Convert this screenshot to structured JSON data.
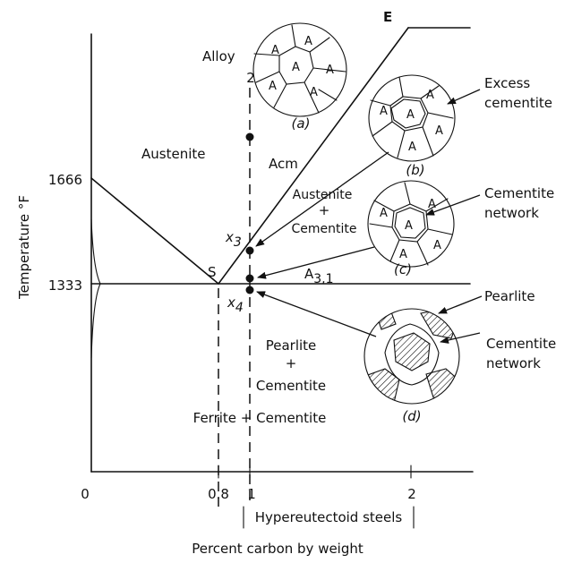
{
  "diagram": {
    "y_axis_label": "Temperature °F",
    "x_axis_label": "Percent carbon by weight",
    "x_ticks": [
      "0",
      "0.8",
      "1",
      "2"
    ],
    "y_ticks": [
      "1666",
      "1333"
    ],
    "bracket_label": "Hypereutectoid steels",
    "curve_labels": {
      "E": "E",
      "S": "S",
      "Acm": "Acm",
      "A31": "A",
      "A31_sub": "3,1"
    },
    "alloy_label": "Alloy",
    "alloy_number": "2",
    "points": {
      "x3": "x",
      "x3_sub": "3",
      "x4": "x",
      "x4_sub": "4"
    },
    "regions": {
      "austenite": "Austenite",
      "austenite_cementite": [
        "Austenite",
        "+",
        "Cementite"
      ],
      "pearlite_cementite": [
        "Pearlite",
        "+",
        "Cementite"
      ],
      "ferrite_cementite": "Ferrite + Cementite"
    },
    "micrographs": [
      {
        "id": "a",
        "caption": "(a)",
        "grain_label": "A"
      },
      {
        "id": "b",
        "caption": "(b)",
        "grain_label": "A"
      },
      {
        "id": "c",
        "caption": "(c)",
        "grain_label": "A"
      },
      {
        "id": "d",
        "caption": "(d)"
      }
    ],
    "callouts": {
      "excess_cementite": [
        "Excess",
        "cementite"
      ],
      "cementite_network_c": [
        "Cementite",
        "network"
      ],
      "pearlite": "Pearlite",
      "cementite_network_d": [
        "Cementite",
        "network"
      ]
    }
  }
}
